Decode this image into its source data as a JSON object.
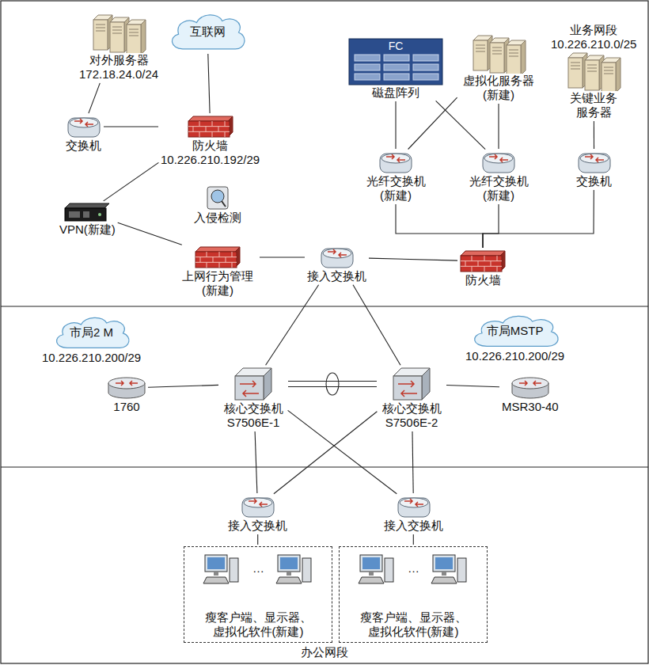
{
  "diagram": {
    "nodes": [
      {
        "text": [
          "互联网"
        ]
      },
      {
        "text": [
          "对外服务器",
          "172.18.24.0/24"
        ]
      },
      {
        "text": [
          "交换机"
        ]
      },
      {
        "text": [
          "防火墙",
          "10.226.210.192/29"
        ]
      },
      {
        "text": [
          "VPN(新建)"
        ]
      },
      {
        "text": [
          "入侵检测"
        ]
      },
      {
        "text": [
          "上网行为管理 (新建)"
        ]
      },
      {
        "text": [
          "接入交换机"
        ]
      },
      {
        "text": [
          "防火墙"
        ]
      },
      {
        "text": [
          "FC",
          "磁盘阵列"
        ]
      },
      {
        "text": [
          "虚拟化服务器 (新建)"
        ]
      },
      {
        "text": [
          "业务网段",
          "10.226.210.0/25",
          "关键业务 服务器"
        ]
      },
      {
        "text": [
          "光纤交换机 (新建)"
        ]
      },
      {
        "text": [
          "光纤交换机 (新建)"
        ]
      },
      {
        "text": [
          "交换机"
        ]
      },
      {
        "text": [
          "市局2 M",
          "10.226.210.200/29"
        ]
      },
      {
        "text": [
          "1760"
        ]
      },
      {
        "text": [
          "核心交换机 S7506E-1"
        ]
      },
      {
        "text": [
          "核心交换机 S7506E-2"
        ]
      },
      {
        "text": [
          "市局MSTP",
          "10.226.210.200/29"
        ]
      },
      {
        "text": [
          "MSR30-40"
        ]
      },
      {
        "text": [
          "接入交换机"
        ]
      },
      {
        "text": [
          "接入交换机"
        ]
      },
      {
        "text": [
          "瘦客户端、显示器、 虚拟化软件(新建)"
        ]
      },
      {
        "text": [
          "瘦客户端、显示器、 虚拟化软件(新建)"
        ]
      }
    ],
    "edges": [
      {
        "from": 0,
        "to": 3,
        "arrow": "none"
      },
      {
        "from": 1,
        "to": 2,
        "arrow": "none"
      },
      {
        "from": 2,
        "to": 3,
        "arrow": "none"
      },
      {
        "from": 3,
        "to": 4,
        "arrow": "none"
      },
      {
        "from": 4,
        "to": 6,
        "arrow": "none"
      },
      {
        "from": 6,
        "to": 7,
        "arrow": "none"
      },
      {
        "from": 7,
        "to": 8,
        "arrow": "none"
      },
      {
        "from": 9,
        "to": 12,
        "arrow": "none"
      },
      {
        "from": 9,
        "to": 13,
        "arrow": "none"
      },
      {
        "from": 10,
        "to": 12,
        "arrow": "none"
      },
      {
        "from": 10,
        "to": 13,
        "arrow": "none"
      },
      {
        "from": 11,
        "to": 14,
        "arrow": "none"
      },
      {
        "from": 8,
        "to": 12,
        "arrow": "none"
      },
      {
        "from": 8,
        "to": 13,
        "arrow": "none"
      },
      {
        "from": 8,
        "to": 14,
        "arrow": "none"
      },
      {
        "from": 7,
        "to": 17,
        "arrow": "none"
      },
      {
        "from": 7,
        "to": 18,
        "arrow": "none"
      },
      {
        "from": 16,
        "to": 17,
        "arrow": "none"
      },
      {
        "from": 17,
        "to": 18,
        "arrow": "none"
      },
      {
        "from": 18,
        "to": 20,
        "arrow": "none"
      },
      {
        "from": 17,
        "to": 21,
        "arrow": "none"
      },
      {
        "from": 17,
        "to": 22,
        "arrow": "none"
      },
      {
        "from": 18,
        "to": 21,
        "arrow": "none"
      },
      {
        "from": 18,
        "to": 22,
        "arrow": "none"
      },
      {
        "from": 21,
        "to": 23,
        "arrow": "none"
      },
      {
        "from": 22,
        "to": 24,
        "arrow": "none"
      }
    ],
    "labels": [
      "…",
      "…",
      "办公网段"
    ]
  }
}
